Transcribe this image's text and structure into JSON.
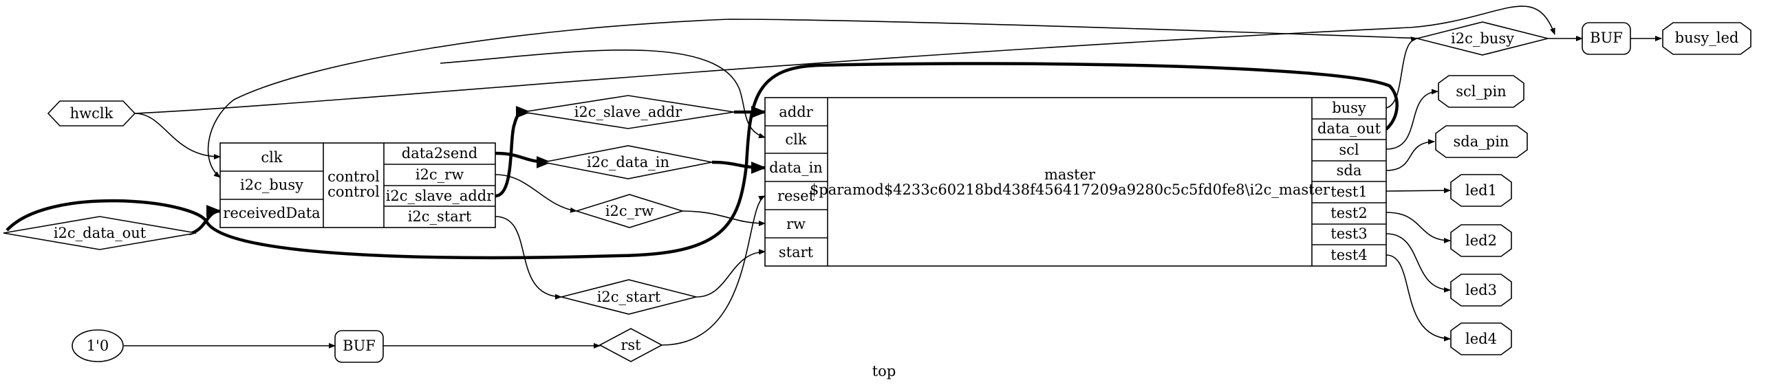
{
  "graph": {
    "title": "top",
    "ports": {
      "hwclk": "hwclk",
      "i2c_data_out": "i2c_data_out",
      "const_zero": "1'0",
      "busy_led": "busy_led",
      "scl_pin": "scl_pin",
      "sda_pin": "sda_pin",
      "led1": "led1",
      "led2": "led2",
      "led3": "led3",
      "led4": "led4"
    },
    "wires": {
      "i2c_slave_addr": "i2c_slave_addr",
      "i2c_data_in": "i2c_data_in",
      "i2c_rw": "i2c_rw",
      "i2c_start": "i2c_start",
      "rst": "rst",
      "i2c_busy": "i2c_busy"
    },
    "buffers": {
      "buf_busy": "BUF",
      "buf_rst": "BUF"
    },
    "control_cell": {
      "name_line1": "control",
      "name_line2": "control",
      "inputs": [
        "clk",
        "i2c_busy",
        "receivedData"
      ],
      "outputs": [
        "data2send",
        "i2c_rw",
        "i2c_slave_addr",
        "i2c_start"
      ]
    },
    "master_cell": {
      "name_line1": "master",
      "name_line2": "$paramod$4233c60218bd438f456417209a9280c5c5fd0fe8\\i2c_master",
      "inputs": [
        "addr",
        "clk",
        "data_in",
        "reset",
        "rw",
        "start"
      ],
      "outputs": [
        "busy",
        "data_out",
        "scl",
        "sda",
        "test1",
        "test2",
        "test3",
        "test4"
      ]
    }
  }
}
